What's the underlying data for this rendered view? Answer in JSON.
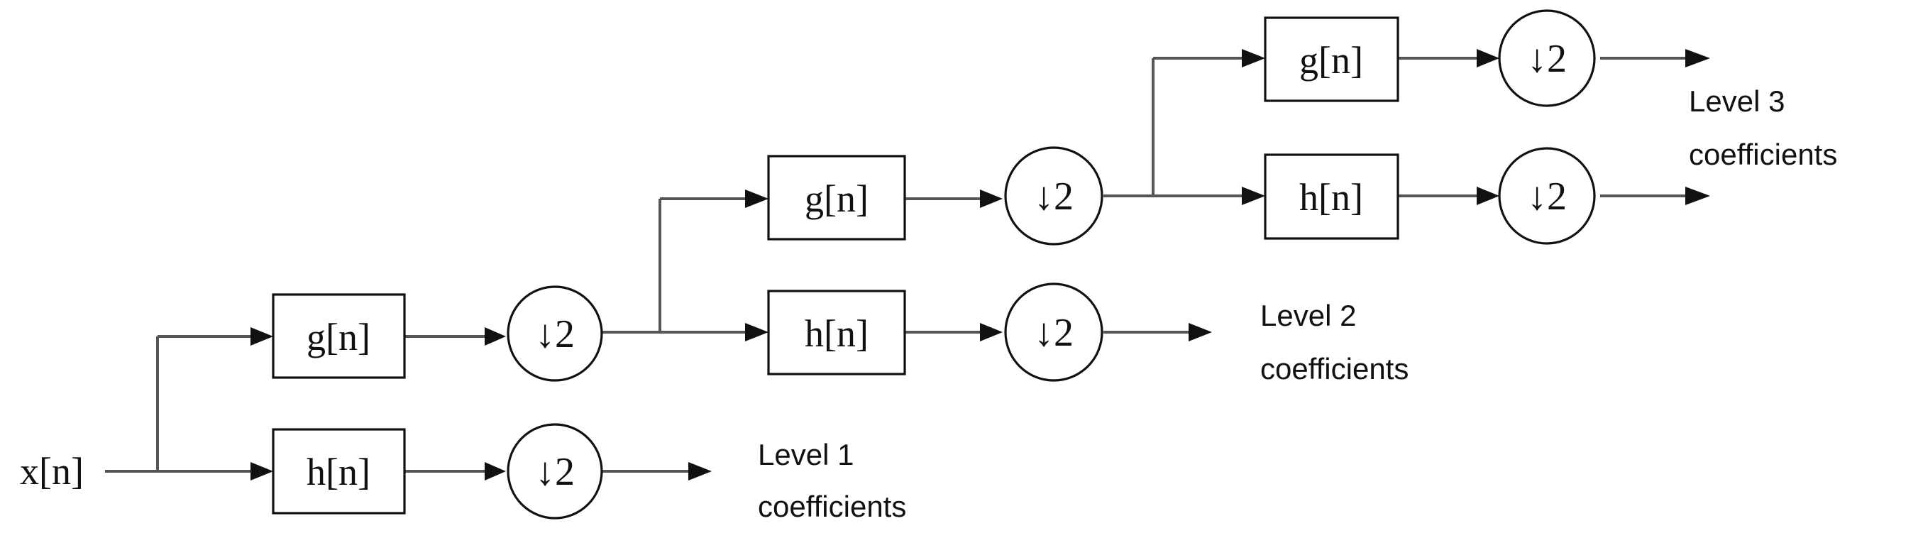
{
  "input": {
    "label": "x[n]"
  },
  "filters": {
    "lowpass": "g[n]",
    "highpass": "h[n]"
  },
  "downsample": "↓2",
  "levels": [
    {
      "line1": "Level 1",
      "line2": "coefficients"
    },
    {
      "line1": "Level 2",
      "line2": "coefficients"
    },
    {
      "line1": "Level 3",
      "line2": "coefficients"
    }
  ],
  "colors": {
    "wire": "#555555",
    "stroke": "#111111",
    "background": "#ffffff"
  }
}
